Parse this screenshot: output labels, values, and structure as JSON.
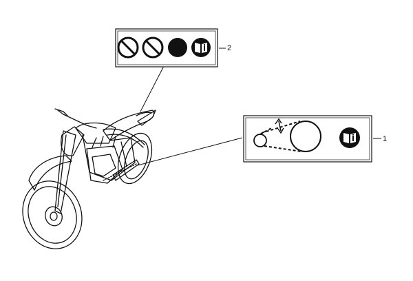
{
  "callouts": [
    {
      "id": "label-2",
      "number": "2",
      "icons": [
        "no-symbol-icon",
        "no-symbol-icon",
        "filled-circle-icon",
        "manual-book-icon"
      ]
    },
    {
      "id": "label-1",
      "number": "1",
      "icons": [
        "chain-slack-icon",
        "adjust-arrows-icon",
        "manual-book-icon"
      ]
    }
  ],
  "colors": {
    "line": "#111111",
    "fill": "#ffffff"
  }
}
